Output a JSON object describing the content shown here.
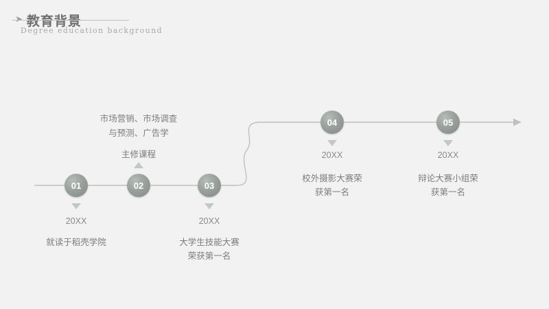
{
  "header": {
    "bullet_icon": "arrow-right-icon",
    "title": "教育背景",
    "subtitle": "Degree education background"
  },
  "timeline": {
    "line_color": "#bfbfbf",
    "node_color": "#8d9590",
    "nodes": [
      {
        "number": "01",
        "position": "below",
        "year": "20XX",
        "description": "就读于稻壳学院"
      },
      {
        "number": "02",
        "position": "above",
        "title": "主修课程",
        "description": "市场营销、市场调查\n与预测、广告学"
      },
      {
        "number": "03",
        "position": "below",
        "year": "20XX",
        "description": "大学生技能大赛\n荣获第一名"
      },
      {
        "number": "04",
        "position": "below",
        "year": "20XX",
        "description": "校外摄影大赛荣\n获第一名"
      },
      {
        "number": "05",
        "position": "below",
        "year": "20XX",
        "description": "辩论大赛小组荣\n获第一名"
      }
    ],
    "course_lines": {
      "line1": "市场营销、市场调查",
      "line2": "与预测、广告学",
      "label": "主修课程"
    },
    "node1": {
      "number": "01",
      "year": "20XX",
      "desc": "就读于稻壳学院"
    },
    "node2": {
      "number": "02"
    },
    "node3": {
      "number": "03",
      "year": "20XX",
      "desc1": "大学生技能大赛",
      "desc2": "荣获第一名"
    },
    "node4": {
      "number": "04",
      "year": "20XX",
      "desc1": "校外摄影大赛荣",
      "desc2": "获第一名"
    },
    "node5": {
      "number": "05",
      "year": "20XX",
      "desc1": "辩论大赛小组荣",
      "desc2": "获第一名"
    }
  }
}
